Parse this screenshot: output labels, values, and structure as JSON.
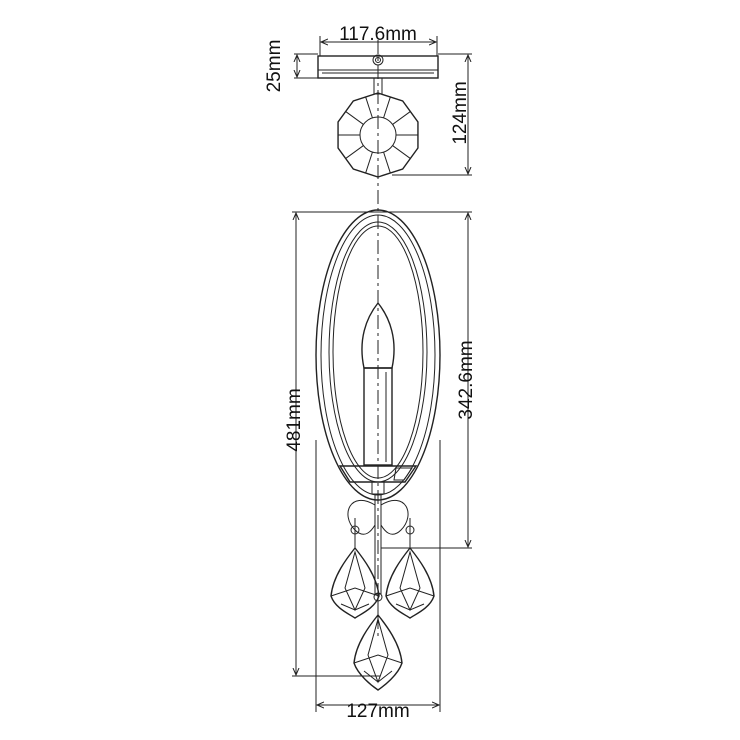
{
  "dimensions": {
    "backplate_width": "117.6mm",
    "backplate_depth": "25mm",
    "backplate_height": "124mm",
    "overall_height": "481mm",
    "candle_height": "342.6mm",
    "overall_width": "127mm"
  },
  "colors": {
    "line": "#222222",
    "background": "#ffffff"
  }
}
